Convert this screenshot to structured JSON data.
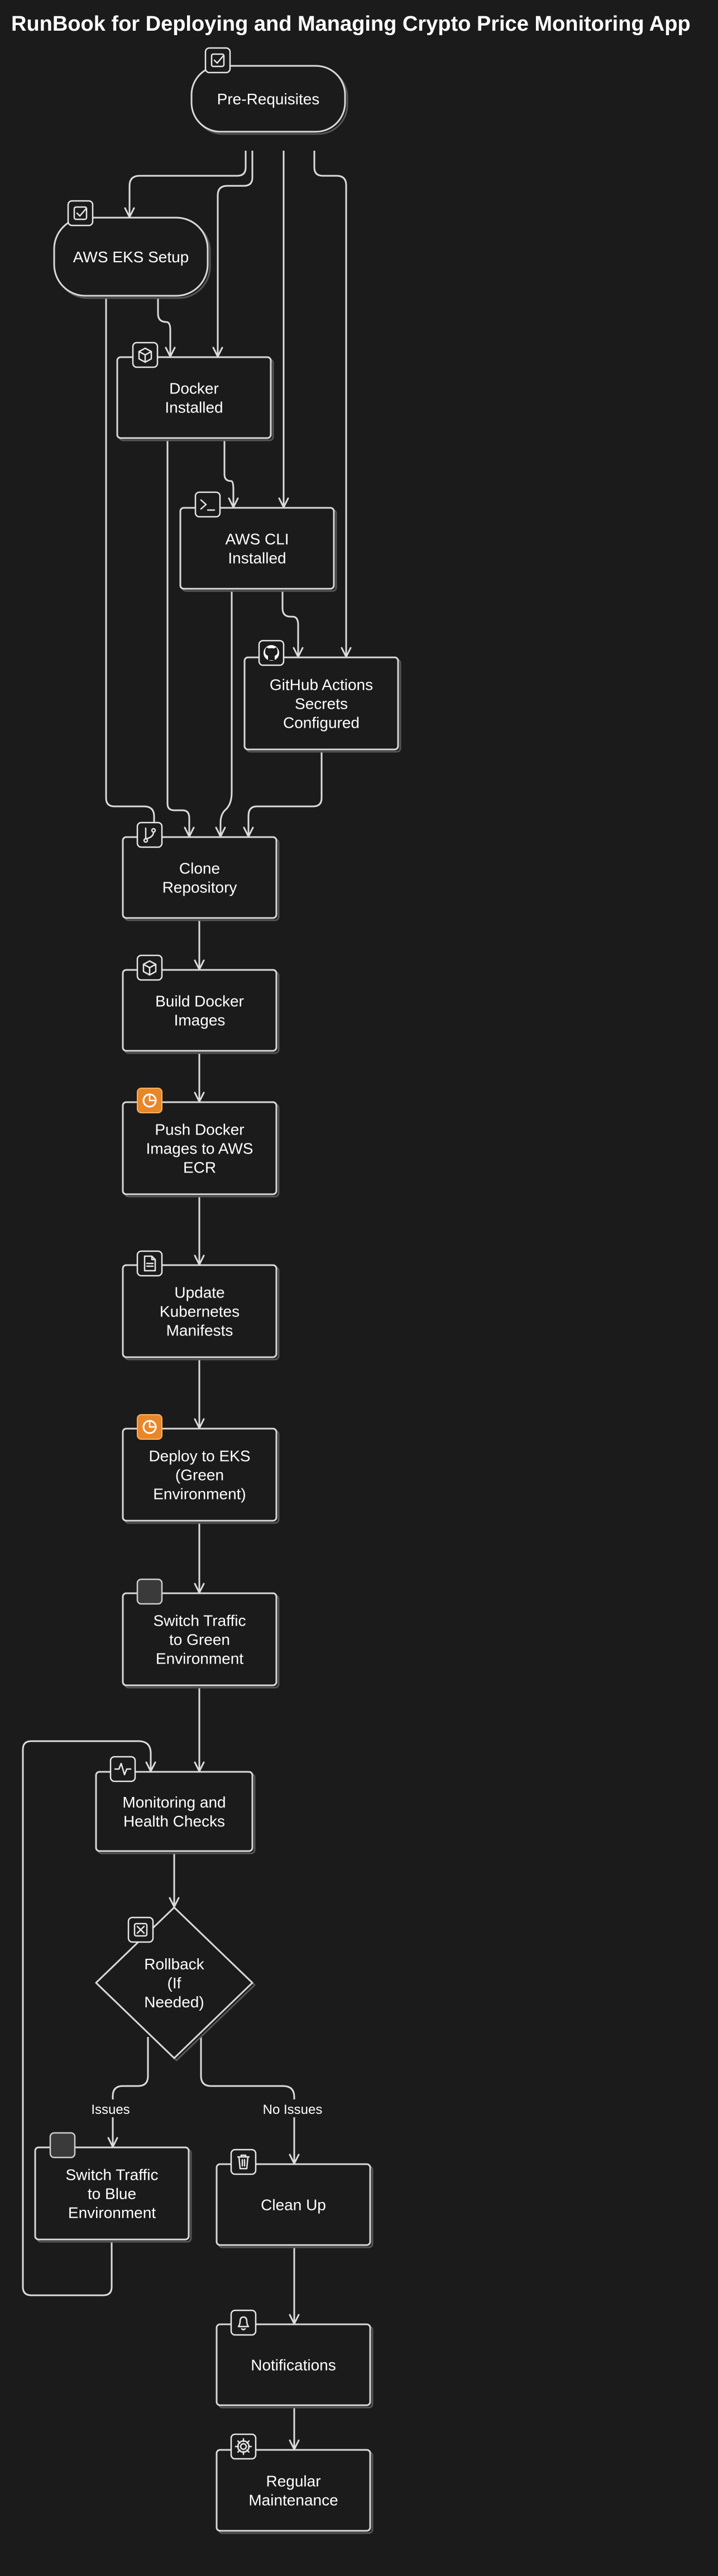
{
  "title": "RunBook for Deploying and Managing Crypto Price Monitoring App",
  "colors": {
    "background": "#1b1b1b",
    "stroke": "#dcdcdc",
    "aws_accent": "#e8872a",
    "text": "#ffffff"
  },
  "nodes": {
    "prereq": {
      "lines": [
        "Pre-Requisites"
      ],
      "icon": "checkbox-icon"
    },
    "eks_setup": {
      "lines": [
        "AWS EKS Setup"
      ],
      "icon": "checkbox-icon"
    },
    "docker": {
      "lines": [
        "Docker",
        "Installed"
      ],
      "icon": "cube-icon"
    },
    "aws_cli": {
      "lines": [
        "AWS CLI",
        "Installed"
      ],
      "icon": "terminal-icon"
    },
    "gh_secrets": {
      "lines": [
        "GitHub Actions",
        "Secrets",
        "Configured"
      ],
      "icon": "github-icon"
    },
    "clone": {
      "lines": [
        "Clone",
        "Repository"
      ],
      "icon": "git-branch-icon"
    },
    "build": {
      "lines": [
        "Build Docker",
        "Images"
      ],
      "icon": "cube-icon"
    },
    "push": {
      "lines": [
        "Push Docker",
        "Images to AWS",
        "ECR"
      ],
      "icon": "aws-ecr-icon"
    },
    "update": {
      "lines": [
        "Update",
        "Kubernetes",
        "Manifests"
      ],
      "icon": "document-icon"
    },
    "deploy": {
      "lines": [
        "Deploy to EKS",
        "(Green",
        "Environment)"
      ],
      "icon": "aws-eks-icon"
    },
    "switch_green": {
      "lines": [
        "Switch Traffic",
        "to Green",
        "Environment"
      ],
      "icon": "square-icon"
    },
    "monitor": {
      "lines": [
        "Monitoring and",
        "Health Checks"
      ],
      "icon": "activity-icon"
    },
    "rollback": {
      "lines": [
        "Rollback",
        "(If",
        "Needed)"
      ],
      "icon": "x-box-icon"
    },
    "switch_blue": {
      "lines": [
        "Switch Traffic",
        "to Blue",
        "Environment"
      ],
      "icon": "square-icon"
    },
    "cleanup": {
      "lines": [
        "Clean Up"
      ],
      "icon": "trash-icon"
    },
    "notify": {
      "lines": [
        "Notifications"
      ],
      "icon": "bell-icon"
    },
    "maint": {
      "lines": [
        "Regular",
        "Maintenance"
      ],
      "icon": "gear-icon"
    }
  },
  "edge_labels": {
    "issues": "Issues",
    "no_issues": "No Issues"
  }
}
